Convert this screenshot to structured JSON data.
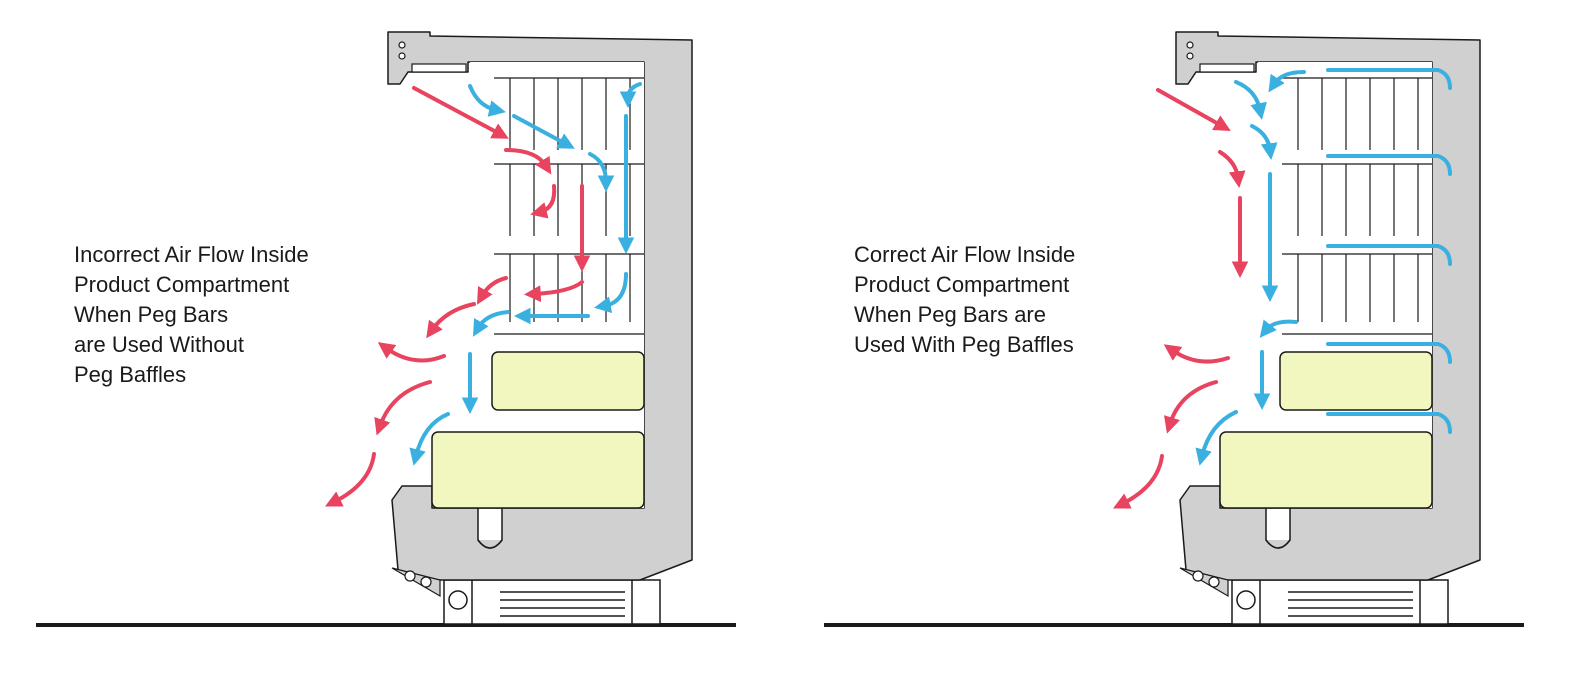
{
  "colors": {
    "cabinet": "#d0d0d0",
    "outline": "#1a1a1a",
    "product": "#f2f7c0",
    "cold_air": "#3ab0e0",
    "warm_air": "#e8435f"
  },
  "icons": {
    "cold_air_arrow": "blue-arrow",
    "warm_air_arrow": "red-arrow"
  },
  "panels": [
    {
      "caption_lines": [
        "Incorrect Air Flow Inside",
        "Product Compartment",
        "When Peg Bars",
        "are Used Without",
        "Peg Baffles"
      ]
    },
    {
      "caption_lines": [
        "Correct Air Flow Inside",
        "Product Compartment",
        "When Peg Bars are",
        "Used With Peg Baffles"
      ]
    }
  ]
}
